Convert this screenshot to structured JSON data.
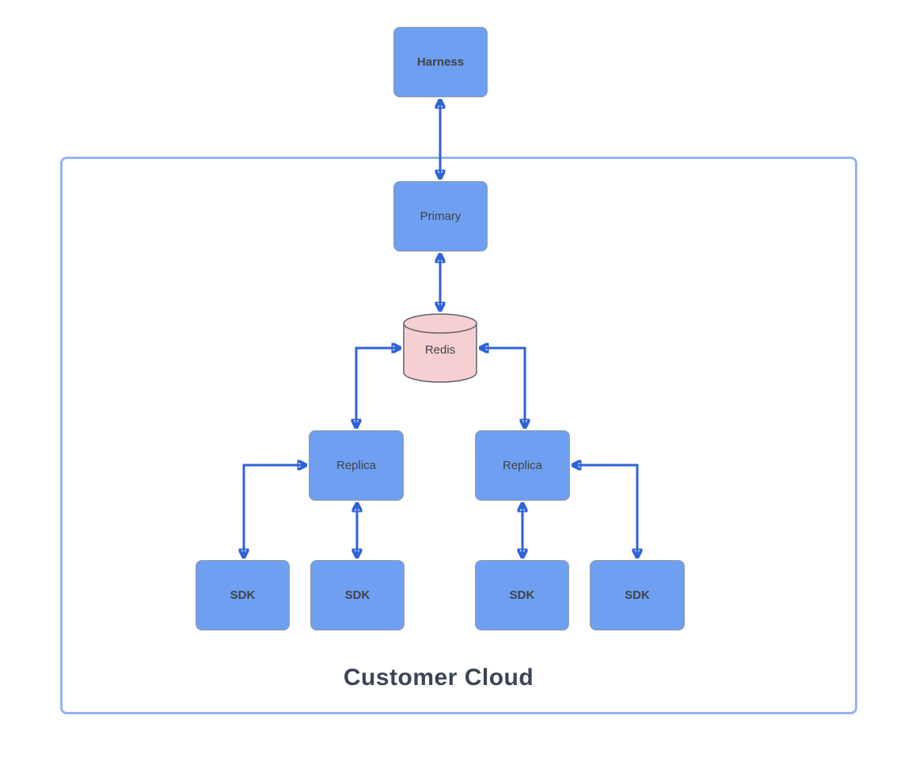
{
  "title": "Customer Cloud",
  "nodes": {
    "harness": {
      "label": "Harness"
    },
    "primary": {
      "label": "Primary"
    },
    "redis": {
      "label": "Redis",
      "shape": "cylinder"
    },
    "replicas": [
      {
        "label": "Replica"
      },
      {
        "label": "Replica"
      }
    ],
    "sdks": [
      {
        "label": "SDK"
      },
      {
        "label": "SDK"
      },
      {
        "label": "SDK"
      },
      {
        "label": "SDK"
      }
    ]
  },
  "edges": [
    {
      "from": "Harness",
      "to": "Primary",
      "type": "bidirectional"
    },
    {
      "from": "Primary",
      "to": "Redis",
      "type": "bidirectional"
    },
    {
      "from": "Redis",
      "to": "Replica (left)",
      "type": "bidirectional"
    },
    {
      "from": "Redis",
      "to": "Replica (right)",
      "type": "bidirectional"
    },
    {
      "from": "Replica (left)",
      "to": "SDK (outer left)",
      "type": "bidirectional"
    },
    {
      "from": "Replica (left)",
      "to": "SDK (inner left)",
      "type": "bidirectional"
    },
    {
      "from": "Replica (right)",
      "to": "SDK (inner right)",
      "type": "bidirectional"
    },
    {
      "from": "Replica (right)",
      "to": "SDK (outer right)",
      "type": "bidirectional"
    }
  ],
  "colors": {
    "node_fill": "#6f9ff0",
    "node_border": "#949aa3",
    "redis_fill": "#f6cfd2",
    "redis_border": "#5f6368",
    "arrow": "#2f62d9",
    "container_border": "#93b5f2",
    "label_text": "#3f4347",
    "title_text": "#3c4456"
  }
}
